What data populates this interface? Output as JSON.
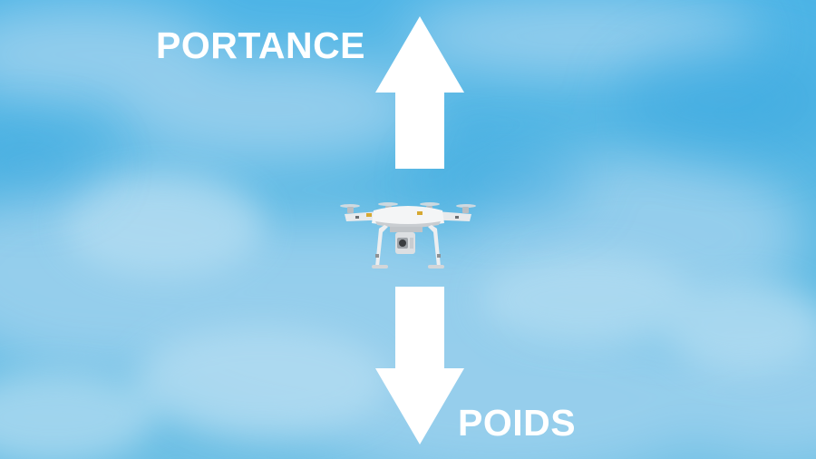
{
  "scene": {
    "sky_color": "#4fb3e0",
    "cloud_color": "#a9d8ef"
  },
  "labels": {
    "top": "PORTANCE",
    "bottom": "POIDS"
  },
  "icons": {
    "up_arrow": "arrow-up-icon",
    "down_arrow": "arrow-down-icon",
    "drone": "quadcopter-drone"
  }
}
